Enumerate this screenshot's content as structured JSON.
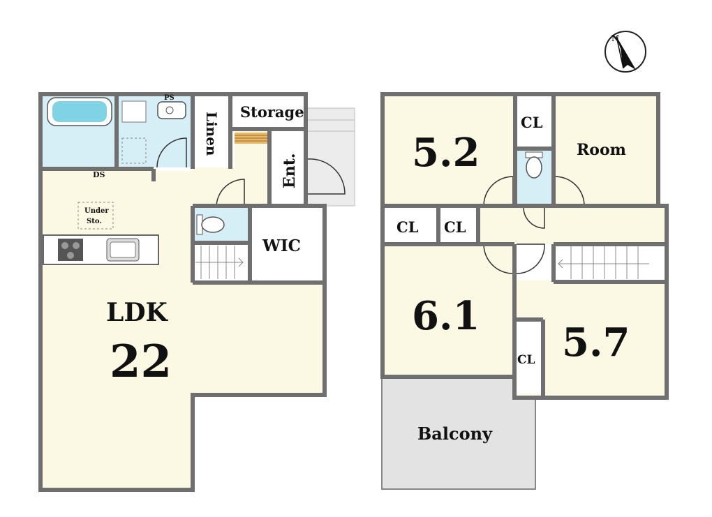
{
  "colors": {
    "room_fill": "#fbf8e3",
    "wet_fill": "#d6eef5",
    "wall": "#6f6f6f",
    "balcony_fill": "#e3e3e3",
    "stair_fill": "#ffffff",
    "closet_fill": "#ffffff",
    "tub_water": "#7fd3e3"
  },
  "compass": {
    "north_label": "N"
  },
  "first_floor": {
    "ldk_label": "LDK",
    "ldk_size": "22",
    "under_storage_line1": "Under",
    "under_storage_line2": "Sto.",
    "storage": "Storage",
    "linen": "Linen",
    "entrance": "Ent.",
    "wic": "WIC",
    "ps": "PS",
    "ds": "DS"
  },
  "second_floor": {
    "room_52": "5.2",
    "room_61": "6.1",
    "room_57": "5.7",
    "room": "Room",
    "closet_label": "CL",
    "balcony": "Balcony"
  },
  "icons": [
    "compass-icon",
    "bathtub-icon",
    "sink-icon",
    "toilet-icon",
    "stove-icon",
    "kitchen-sink-icon",
    "stairs-icon",
    "door-swing-icon"
  ]
}
